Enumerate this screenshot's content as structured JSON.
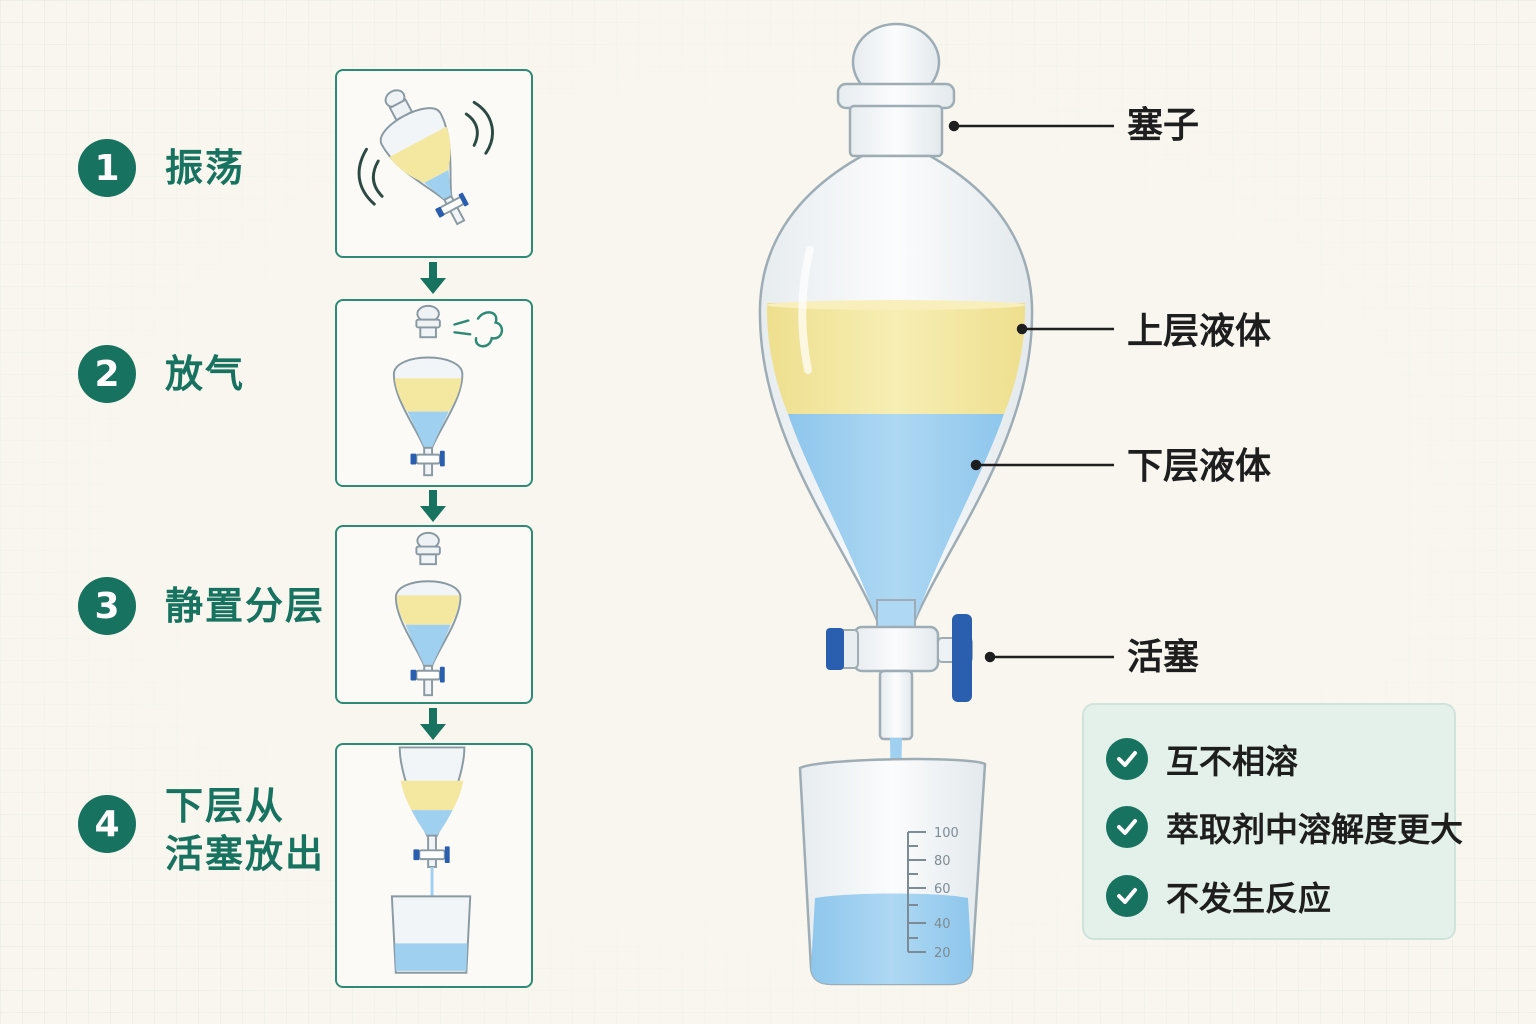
{
  "steps": [
    {
      "number": "1",
      "label": "振荡"
    },
    {
      "number": "2",
      "label": "放气"
    },
    {
      "number": "3",
      "label": "静置分层"
    },
    {
      "number": "4",
      "label": "下层从\n活塞放出"
    }
  ],
  "callouts": {
    "stopper": "塞子",
    "upper_liquid": "上层液体",
    "lower_liquid": "下层液体",
    "stopcock": "活塞"
  },
  "beaker_scale": [
    "100",
    "80",
    "60",
    "40",
    "20"
  ],
  "criteria": [
    {
      "text": "互不相溶",
      "icon": "check-icon"
    },
    {
      "text": "萃取剂中溶解度更大",
      "icon": "check-icon"
    },
    {
      "text": "不发生反应",
      "icon": "check-icon"
    }
  ],
  "colors": {
    "accent": "#17725f",
    "upper_liquid": "#f4e7a0",
    "lower_liquid": "#9fd0f0",
    "stopcock_blue": "#2a5fb0"
  }
}
